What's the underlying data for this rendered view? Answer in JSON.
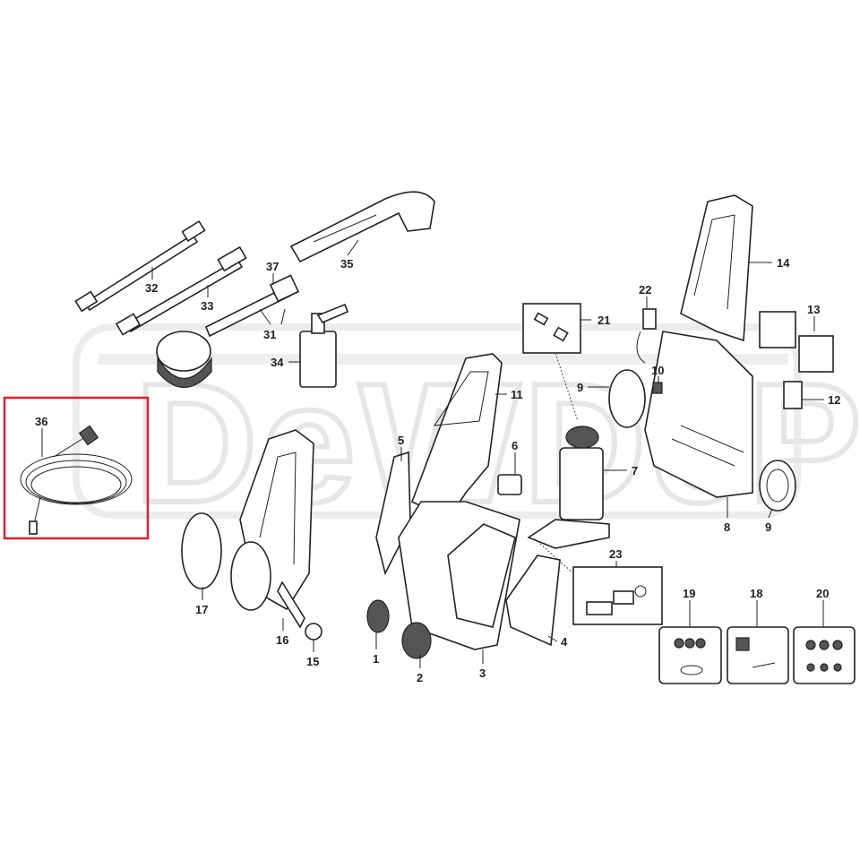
{
  "watermark": "DeWDePOT",
  "highlight_color": "#d9232e",
  "highlighted_part": "36",
  "callouts": {
    "p1": "1",
    "p2": "2",
    "p3": "3",
    "p4": "4",
    "p5": "5",
    "p6": "6",
    "p7": "7",
    "p8": "8",
    "p9a": "9",
    "p9b": "9",
    "p10": "10",
    "p11": "11",
    "p12": "12",
    "p13": "13",
    "p14": "14",
    "p15": "15",
    "p16": "16",
    "p17": "17",
    "p18": "18",
    "p19": "19",
    "p20": "20",
    "p21": "21",
    "p22": "22",
    "p23": "23",
    "p31": "31",
    "p32": "32",
    "p33": "33",
    "p34": "34",
    "p35": "35",
    "p36": "36",
    "p37": "37"
  }
}
